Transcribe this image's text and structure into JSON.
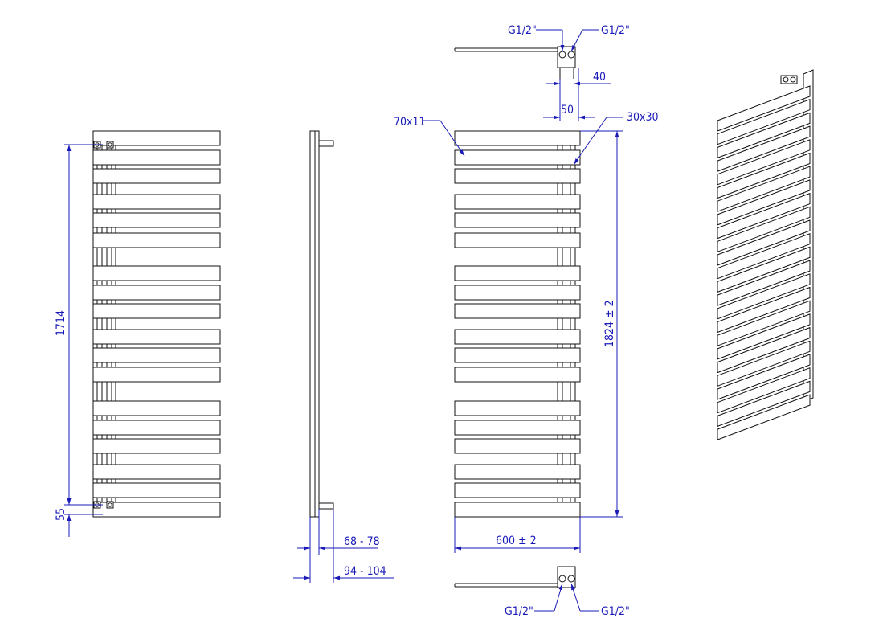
{
  "drawing": {
    "dimensions": {
      "left_height": "1714",
      "bottom_offset": "55",
      "overall_height": "1824 ± 2",
      "width": "600 ± 2",
      "depth_min_max": "68 - 78",
      "depth_total": "94 - 104",
      "top_40": "40",
      "top_50": "50",
      "bar_size": "70x11",
      "tube_size": "30x30"
    },
    "connections": {
      "top_left": "G1/2\"",
      "top_right": "G1/2\"",
      "bottom_left": "G1/2\"",
      "bottom_right": "G1/2\""
    },
    "colors": {
      "dimension_blue": "#1a1ab8",
      "outline": "#111111"
    }
  }
}
